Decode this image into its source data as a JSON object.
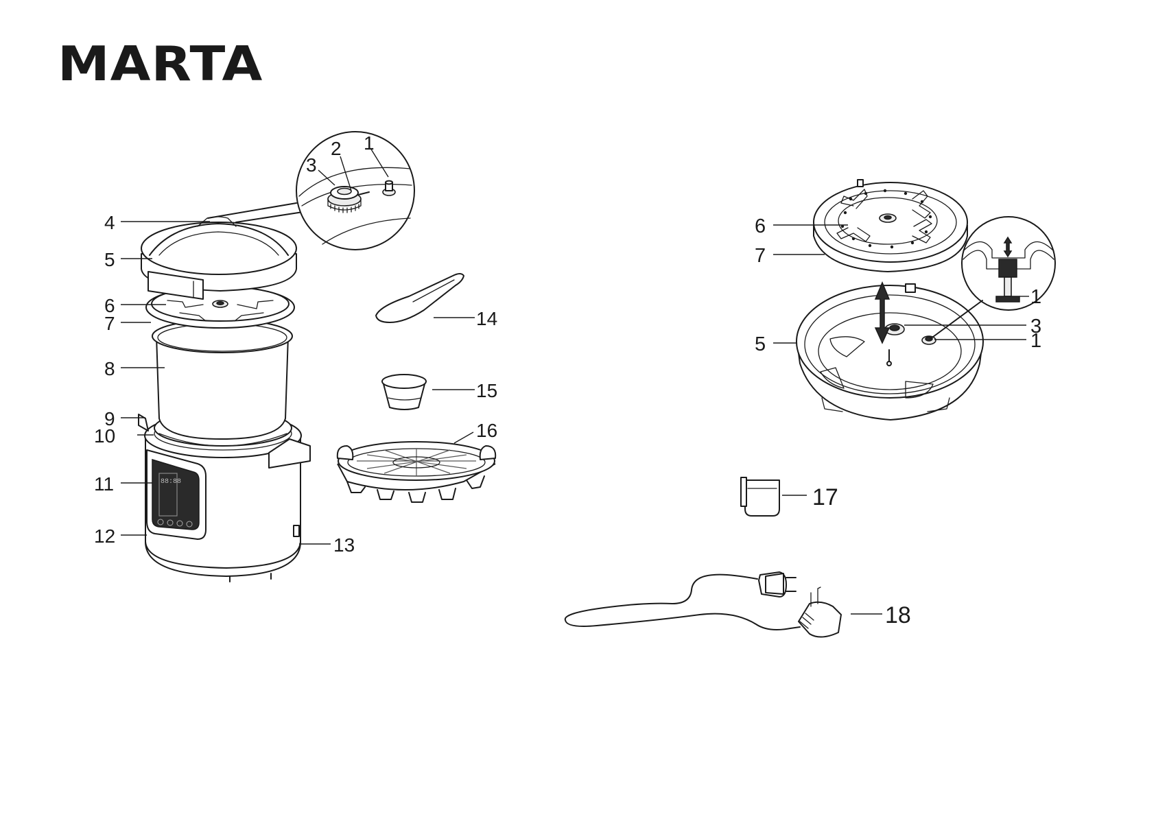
{
  "brand": "MARTA",
  "left_labels": [
    "1",
    "2",
    "3",
    "4",
    "5",
    "6",
    "7",
    "8",
    "9",
    "10",
    "11",
    "12",
    "13",
    "14",
    "15",
    "16"
  ],
  "right_labels": [
    "6",
    "7",
    "1",
    "3",
    "1",
    "5",
    "17",
    "18"
  ]
}
